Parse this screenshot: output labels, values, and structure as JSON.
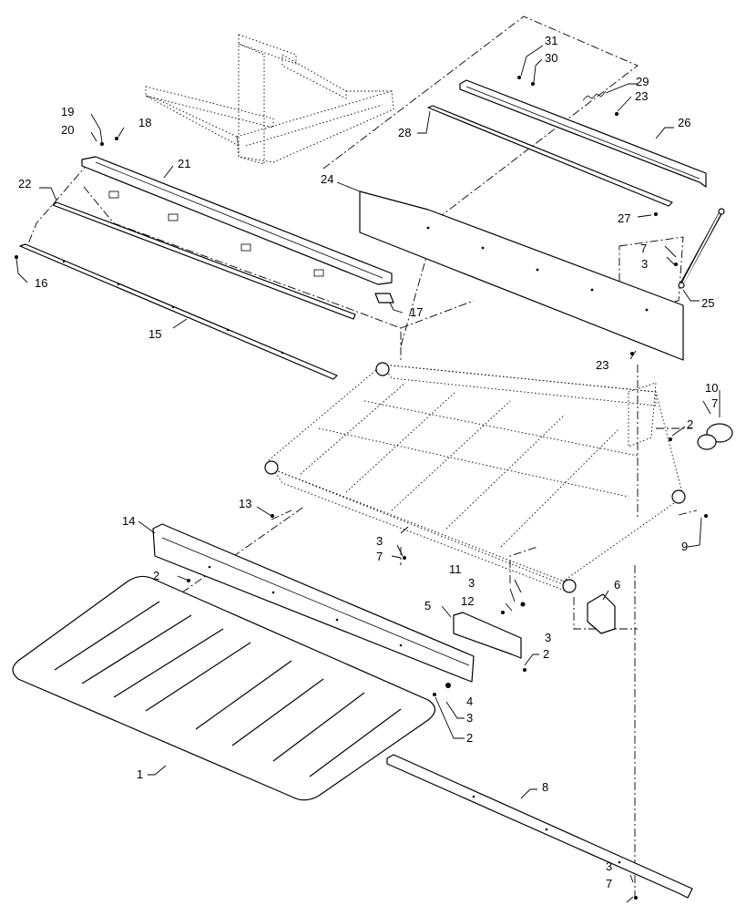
{
  "callouts": [
    "1",
    "2",
    "2",
    "2",
    "2",
    "3",
    "3",
    "3",
    "3",
    "3",
    "3",
    "4",
    "5",
    "6",
    "7",
    "7",
    "7",
    "7",
    "8",
    "9",
    "10",
    "11",
    "12",
    "13",
    "14",
    "15",
    "16",
    "17",
    "18",
    "19",
    "20",
    "21",
    "22",
    "23",
    "23",
    "24",
    "25",
    "26",
    "27",
    "28",
    "29",
    "30",
    "31"
  ]
}
